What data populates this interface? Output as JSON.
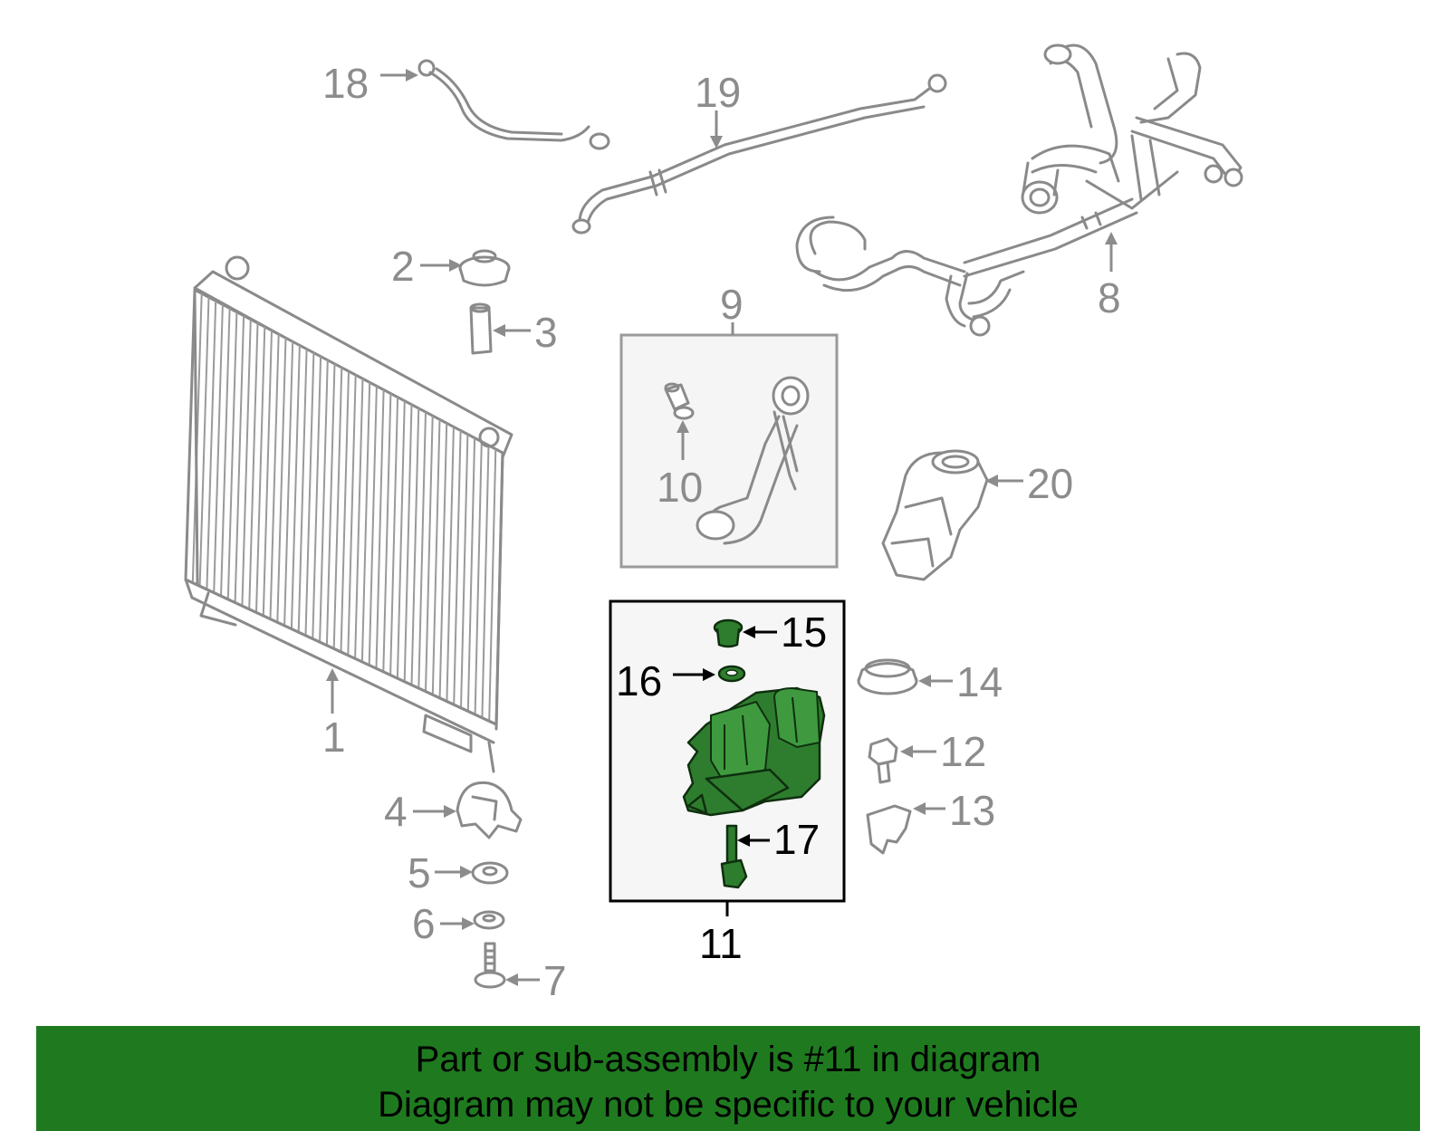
{
  "diagram": {
    "callouts": [
      {
        "id": "1",
        "label": "1"
      },
      {
        "id": "2",
        "label": "2"
      },
      {
        "id": "3",
        "label": "3"
      },
      {
        "id": "4",
        "label": "4"
      },
      {
        "id": "5",
        "label": "5"
      },
      {
        "id": "6",
        "label": "6"
      },
      {
        "id": "7",
        "label": "7"
      },
      {
        "id": "8",
        "label": "8"
      },
      {
        "id": "9",
        "label": "9"
      },
      {
        "id": "10",
        "label": "10"
      },
      {
        "id": "11",
        "label": "11"
      },
      {
        "id": "12",
        "label": "12"
      },
      {
        "id": "13",
        "label": "13"
      },
      {
        "id": "14",
        "label": "14"
      },
      {
        "id": "15",
        "label": "15"
      },
      {
        "id": "16",
        "label": "16"
      },
      {
        "id": "17",
        "label": "17"
      },
      {
        "id": "18",
        "label": "18"
      },
      {
        "id": "19",
        "label": "19"
      },
      {
        "id": "20",
        "label": "20"
      }
    ],
    "highlighted_part": "11",
    "colors": {
      "highlight": "#2e7d2e",
      "inactive": "#8c8c8c",
      "banner": "#1f7a1f"
    }
  },
  "footer": {
    "line1": "Part or sub-assembly is #11 in diagram",
    "line2": "Diagram may not be specific to your vehicle"
  }
}
